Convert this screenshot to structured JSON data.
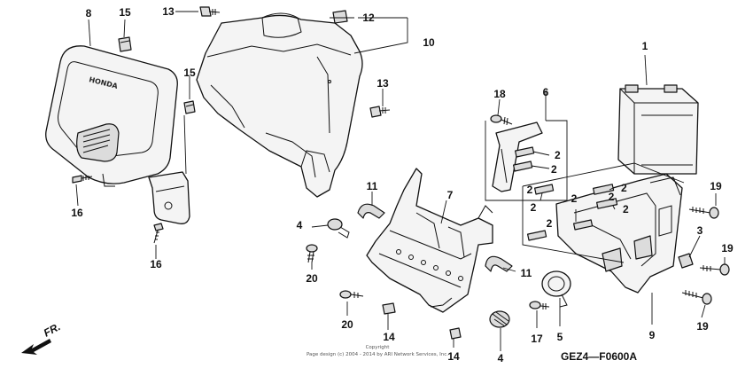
{
  "diagram": {
    "callouts": {
      "p1": "1",
      "p2a": "2",
      "p2b": "2",
      "p2c": "2",
      "p2d": "2",
      "p2e": "2",
      "p2f": "2",
      "p2g": "2",
      "p2h": "2",
      "p2i": "2",
      "p3": "3",
      "p4a": "4",
      "p4b": "4",
      "p5": "5",
      "p6": "6",
      "p7": "7",
      "p8": "8",
      "p9": "9",
      "p10": "10",
      "p11a": "11",
      "p11b": "11",
      "p12": "12",
      "p13a": "13",
      "p13b": "13",
      "p14a": "14",
      "p14b": "14",
      "p15a": "15",
      "p15b": "15",
      "p16a": "16",
      "p16b": "16",
      "p17": "17",
      "p18": "18",
      "p19a": "19",
      "p19b": "19",
      "p19c": "19",
      "p20a": "20",
      "p20b": "20"
    },
    "logo_text": "HONDA",
    "direction_label": "FR.",
    "diagram_code": "GEZ4—F0600A",
    "copyright_line1": "Copyright",
    "copyright_line2": "Page design (c) 2004 - 2014 by ARI Network Services, Inc."
  },
  "colors": {
    "line": "#111111",
    "fill": "#f4f4f4",
    "shade": "#dcdcdc"
  }
}
